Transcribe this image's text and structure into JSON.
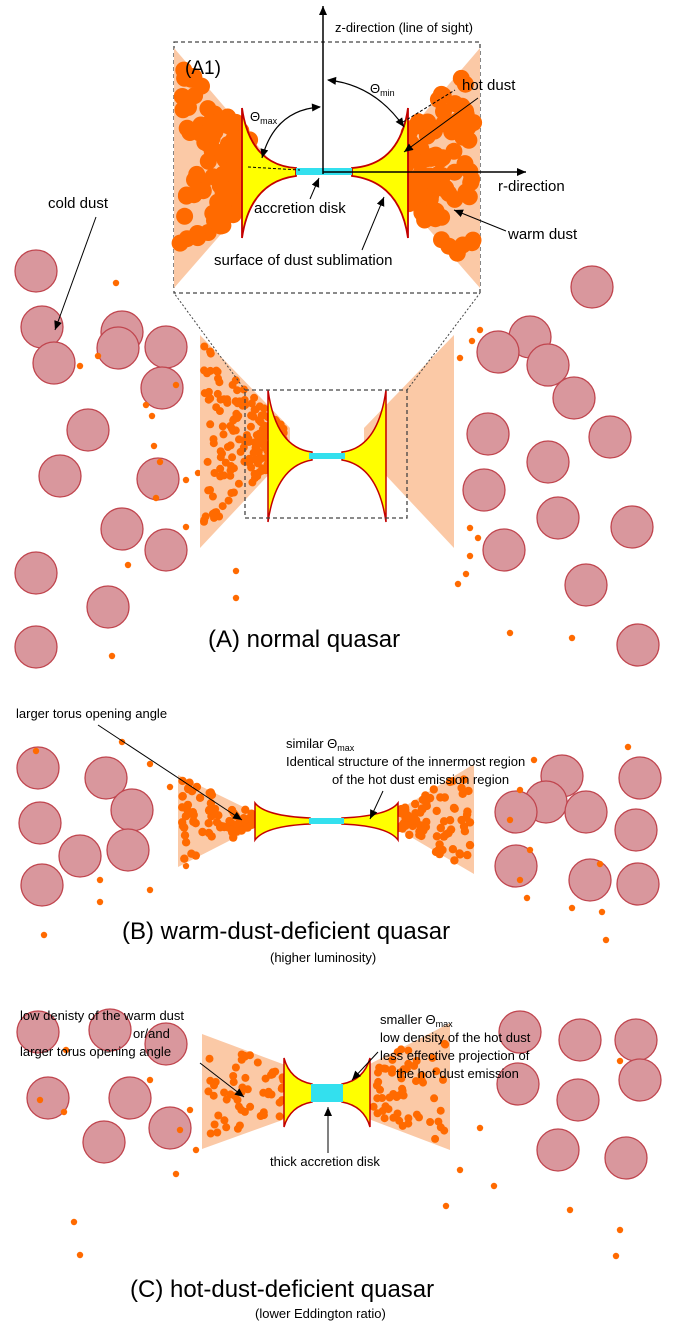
{
  "colors": {
    "cold_dust_fill": "#d9979d",
    "cold_dust_stroke": "#c0454e",
    "warm_dust": "#ff6a00",
    "torus_fill": "#fbc9a6",
    "hot_dust": "#ffff00",
    "sublimation_edge": "#c40000",
    "accretion_disk": "#33e0ee"
  },
  "panel_a": {
    "title": "(A) normal quasar",
    "labels": {
      "cold_dust": "cold dust"
    }
  },
  "panel_a1": {
    "tag": "(A1)",
    "z_axis": "z-direction (line of sight)",
    "r_axis": "r-direction",
    "theta_max": "Θ",
    "theta_max_sub": "max",
    "theta_min": "Θ",
    "theta_min_sub": "min",
    "hot_dust": "hot dust",
    "warm_dust": "warm dust",
    "accretion_disk": "accretion disk",
    "sublimation": "surface of dust sublimation"
  },
  "panel_b": {
    "title": "(B) warm-dust-deficient quasar",
    "subtitle": "(higher luminosity)",
    "note_left": "larger torus opening angle",
    "note_right_1": "similar Θ",
    "note_right_1_sub": "max",
    "note_right_2": "Identical structure of the innermost region",
    "note_right_3": "of the hot dust emission region"
  },
  "panel_c": {
    "title": "(C) hot-dust-deficient quasar",
    "subtitle": "(lower Eddington ratio)",
    "note_left_1": "low denisty of the warm dust",
    "note_left_2": "or/and",
    "note_left_3": "larger torus opening angle",
    "note_right_1": "smaller Θ",
    "note_right_1_sub": "max",
    "note_right_2": "low density of the hot dust",
    "note_right_3": "less effective projection of",
    "note_right_4": "the hot dust emission",
    "note_bottom": "thick accretion disk"
  }
}
